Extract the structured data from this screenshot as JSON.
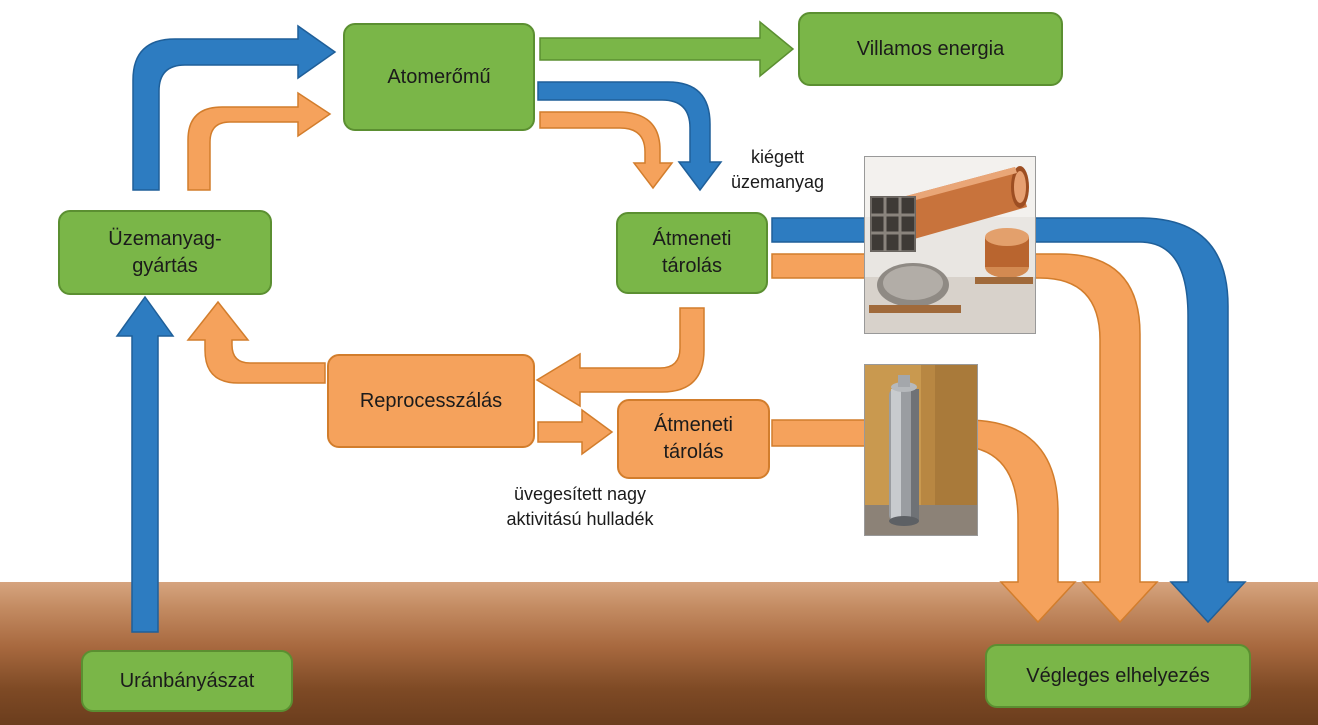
{
  "nodes": {
    "atomeromu": "Atomerőmű",
    "villamos_energia": "Villamos energia",
    "uzemanyag_gyartas": "Üzemanyag-\ngyártás",
    "atmeneti_tarolas_1": "Átmeneti\ntárolás",
    "reprocesszalas": "Reprocesszálás",
    "atmeneti_tarolas_2": "Átmeneti\ntárolás",
    "uranbanyaszat": "Uránbányászat",
    "vegleges_elhelyezes": "Végleges elhelyezés"
  },
  "labels": {
    "kiegett_uzemanyag": "kiégett\nüzemanyag",
    "uvegesitett": "üvegesített nagy\naktivitású hulladék"
  },
  "colors": {
    "green_box": "#7ab648",
    "orange_box": "#f5a25c",
    "blue_arrow": "#2d7cc1",
    "orange_arrow": "#f5a25c",
    "green_arrow": "#7ab648",
    "ground": "#a8693f"
  }
}
